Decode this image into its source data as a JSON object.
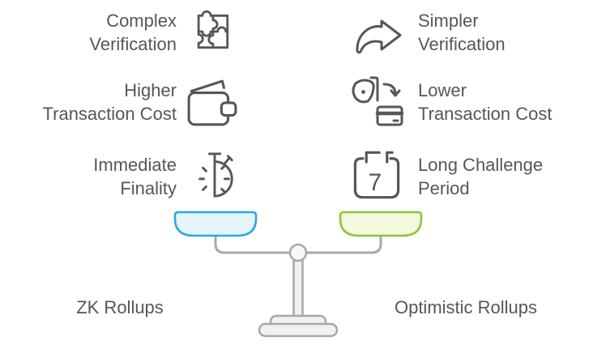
{
  "diagram": {
    "left": {
      "label": "ZK Rollups",
      "items": [
        {
          "line1": "Complex",
          "line2": "Verification",
          "icon": "puzzle-icon"
        },
        {
          "line1": "Higher",
          "line2": "Transaction Cost",
          "icon": "wallet-icon"
        },
        {
          "line1": "Immediate",
          "line2": "Finality",
          "icon": "stopwatch-icon"
        }
      ],
      "pan": {
        "fill": "#E6F5FC",
        "stroke": "#2FA8DF"
      }
    },
    "right": {
      "label": "Optimistic Rollups",
      "items": [
        {
          "line1": "Simpler",
          "line2": "Verification",
          "icon": "redo-arrow-icon"
        },
        {
          "line1": "Lower",
          "line2": "Transaction Cost",
          "icon": "coin-purse-card-icon"
        },
        {
          "line1": "Long Challenge",
          "line2": "Period",
          "icon": "calendar-icon",
          "calendar_day": "7"
        }
      ],
      "pan": {
        "fill": "#F2F9DC",
        "stroke": "#8CC63F"
      }
    },
    "colors": {
      "text": "#54575A",
      "icon_stroke": "#54575A",
      "scale_frame": "#A6A8AB",
      "scale_fill": "#F1F1F1",
      "pivot_fill": "#F8F8F8"
    }
  }
}
